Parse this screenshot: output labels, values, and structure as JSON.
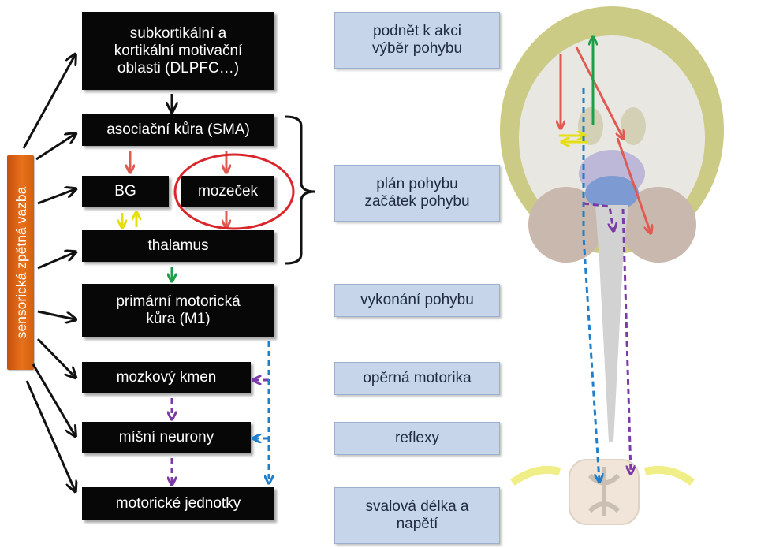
{
  "sidebar": {
    "label": "sensorická zpětná vazba"
  },
  "left_boxes": {
    "subcortical": [
      "subkortikální a",
      "kortikální motivační",
      "oblasti (DLPFC…)"
    ],
    "sma": "asociační kůra (SMA)",
    "bg": "BG",
    "cerebellum": "mozeček",
    "thalamus": "thalamus",
    "m1": [
      "primární motorická",
      "kůra (M1)"
    ],
    "brainstem": "mozkový kmen",
    "spinal_neurons": "míšní  neurony",
    "motor_units": "motorické jednotky"
  },
  "right_boxes": {
    "stimulus": [
      "podnět k akci",
      "výběr pohybu"
    ],
    "plan": [
      "plán pohybu",
      "začátek pohybu"
    ],
    "execution": "vykonání pohybu",
    "postural": "opěrná motorika",
    "reflexes": "reflexy",
    "muscle": [
      "svalová délka a",
      "napětí"
    ]
  },
  "colors": {
    "feedback_bar": "#e06a16",
    "box_dark": "#070707",
    "box_light": "#c6d5ea",
    "arrow_red": "#e05a52",
    "arrow_yellow": "#f6ef1f",
    "arrow_green": "#1ca04a",
    "arrow_purple": "#7b3aa5",
    "arrow_blue": "#1f7fcc",
    "ellipse_red": "#d8262b"
  }
}
